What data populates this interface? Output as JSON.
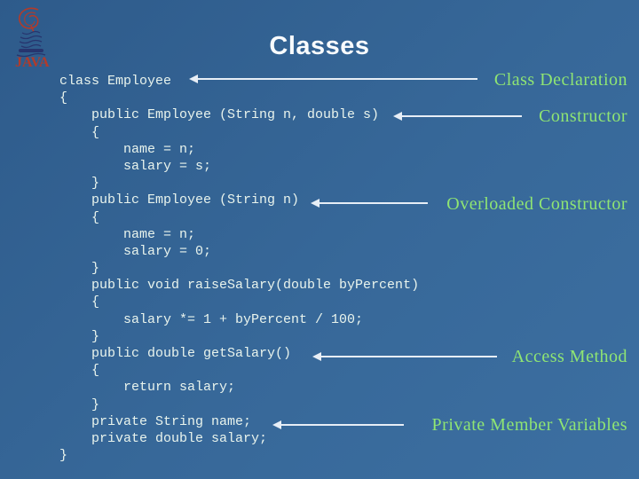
{
  "slide": {
    "title": "Classes",
    "logo": {
      "text": "JAVA"
    }
  },
  "code": {
    "lines": [
      "class Employee",
      "{",
      "    public Employee (String n, double s)",
      "    {",
      "        name = n;",
      "        salary = s;",
      "    }",
      "    public Employee (String n)",
      "    {",
      "        name = n;",
      "        salary = 0;",
      "    }",
      "    public void raiseSalary(double byPercent)",
      "    {",
      "        salary *= 1 + byPercent / 100;",
      "    }",
      "    public double getSalary()",
      "    {",
      "        return salary;",
      "    }",
      "    private String name;",
      "    private double salary;",
      "}"
    ]
  },
  "annotations": [
    {
      "label": "Class Declaration"
    },
    {
      "label": "Constructor"
    },
    {
      "label": "Overloaded Constructor"
    },
    {
      "label": "Access Method"
    },
    {
      "label": "Private Member Variables"
    }
  ],
  "colors": {
    "background": "#376899",
    "title_text": "#f8fbfd",
    "code_text": "#e9f4ed",
    "annotation_text": "#8fe573",
    "arrow": "#e7eef6",
    "logo_red": "#b23b2a",
    "logo_navy": "#27356e"
  }
}
